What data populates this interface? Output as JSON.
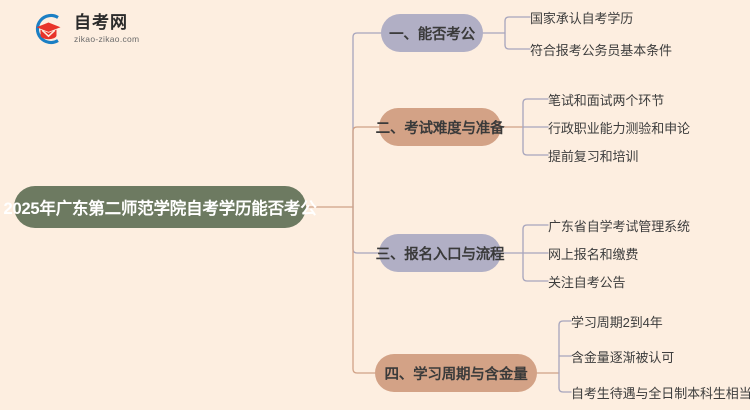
{
  "logo": {
    "icon": "graduation-cap-icon",
    "brand_cn": "自考网",
    "brand_url": "zikao-zikao.com",
    "arc_color": "#1b7fc4",
    "cap_color": "#e8342a"
  },
  "colors": {
    "background": "#fdeee0",
    "root": "#6d7a61",
    "branch_purple": "#b1afc5",
    "branch_tan": "#d3a286",
    "wire_purple": "#a7a5bd",
    "wire_tan": "#d0a287",
    "text_dark": "#3a3a3a",
    "text_light": "#ffffff"
  },
  "mindmap": {
    "type": "mindmap",
    "root": {
      "label": "2025年广东第二师范学院自考学历能否考公"
    },
    "branches": [
      {
        "index": "1",
        "label": "一、能否考公",
        "color": "purple",
        "children": [
          "国家承认自考学历",
          "符合报考公务员基本条件"
        ]
      },
      {
        "index": "2",
        "label": "二、考试难度与准备",
        "color": "tan",
        "children": [
          "笔试和面试两个环节",
          "行政职业能力测验和申论",
          "提前复习和培训"
        ]
      },
      {
        "index": "3",
        "label": "三、报名入口与流程",
        "color": "purple",
        "children": [
          "广东省自学考试管理系统",
          "网上报名和缴费",
          "关注自考公告"
        ]
      },
      {
        "index": "4",
        "label": "四、学习周期与含金量",
        "color": "tan",
        "children": [
          "学习周期2到4年",
          "含金量逐渐被认可",
          "自考生待遇与全日制本科生相当"
        ]
      }
    ]
  }
}
